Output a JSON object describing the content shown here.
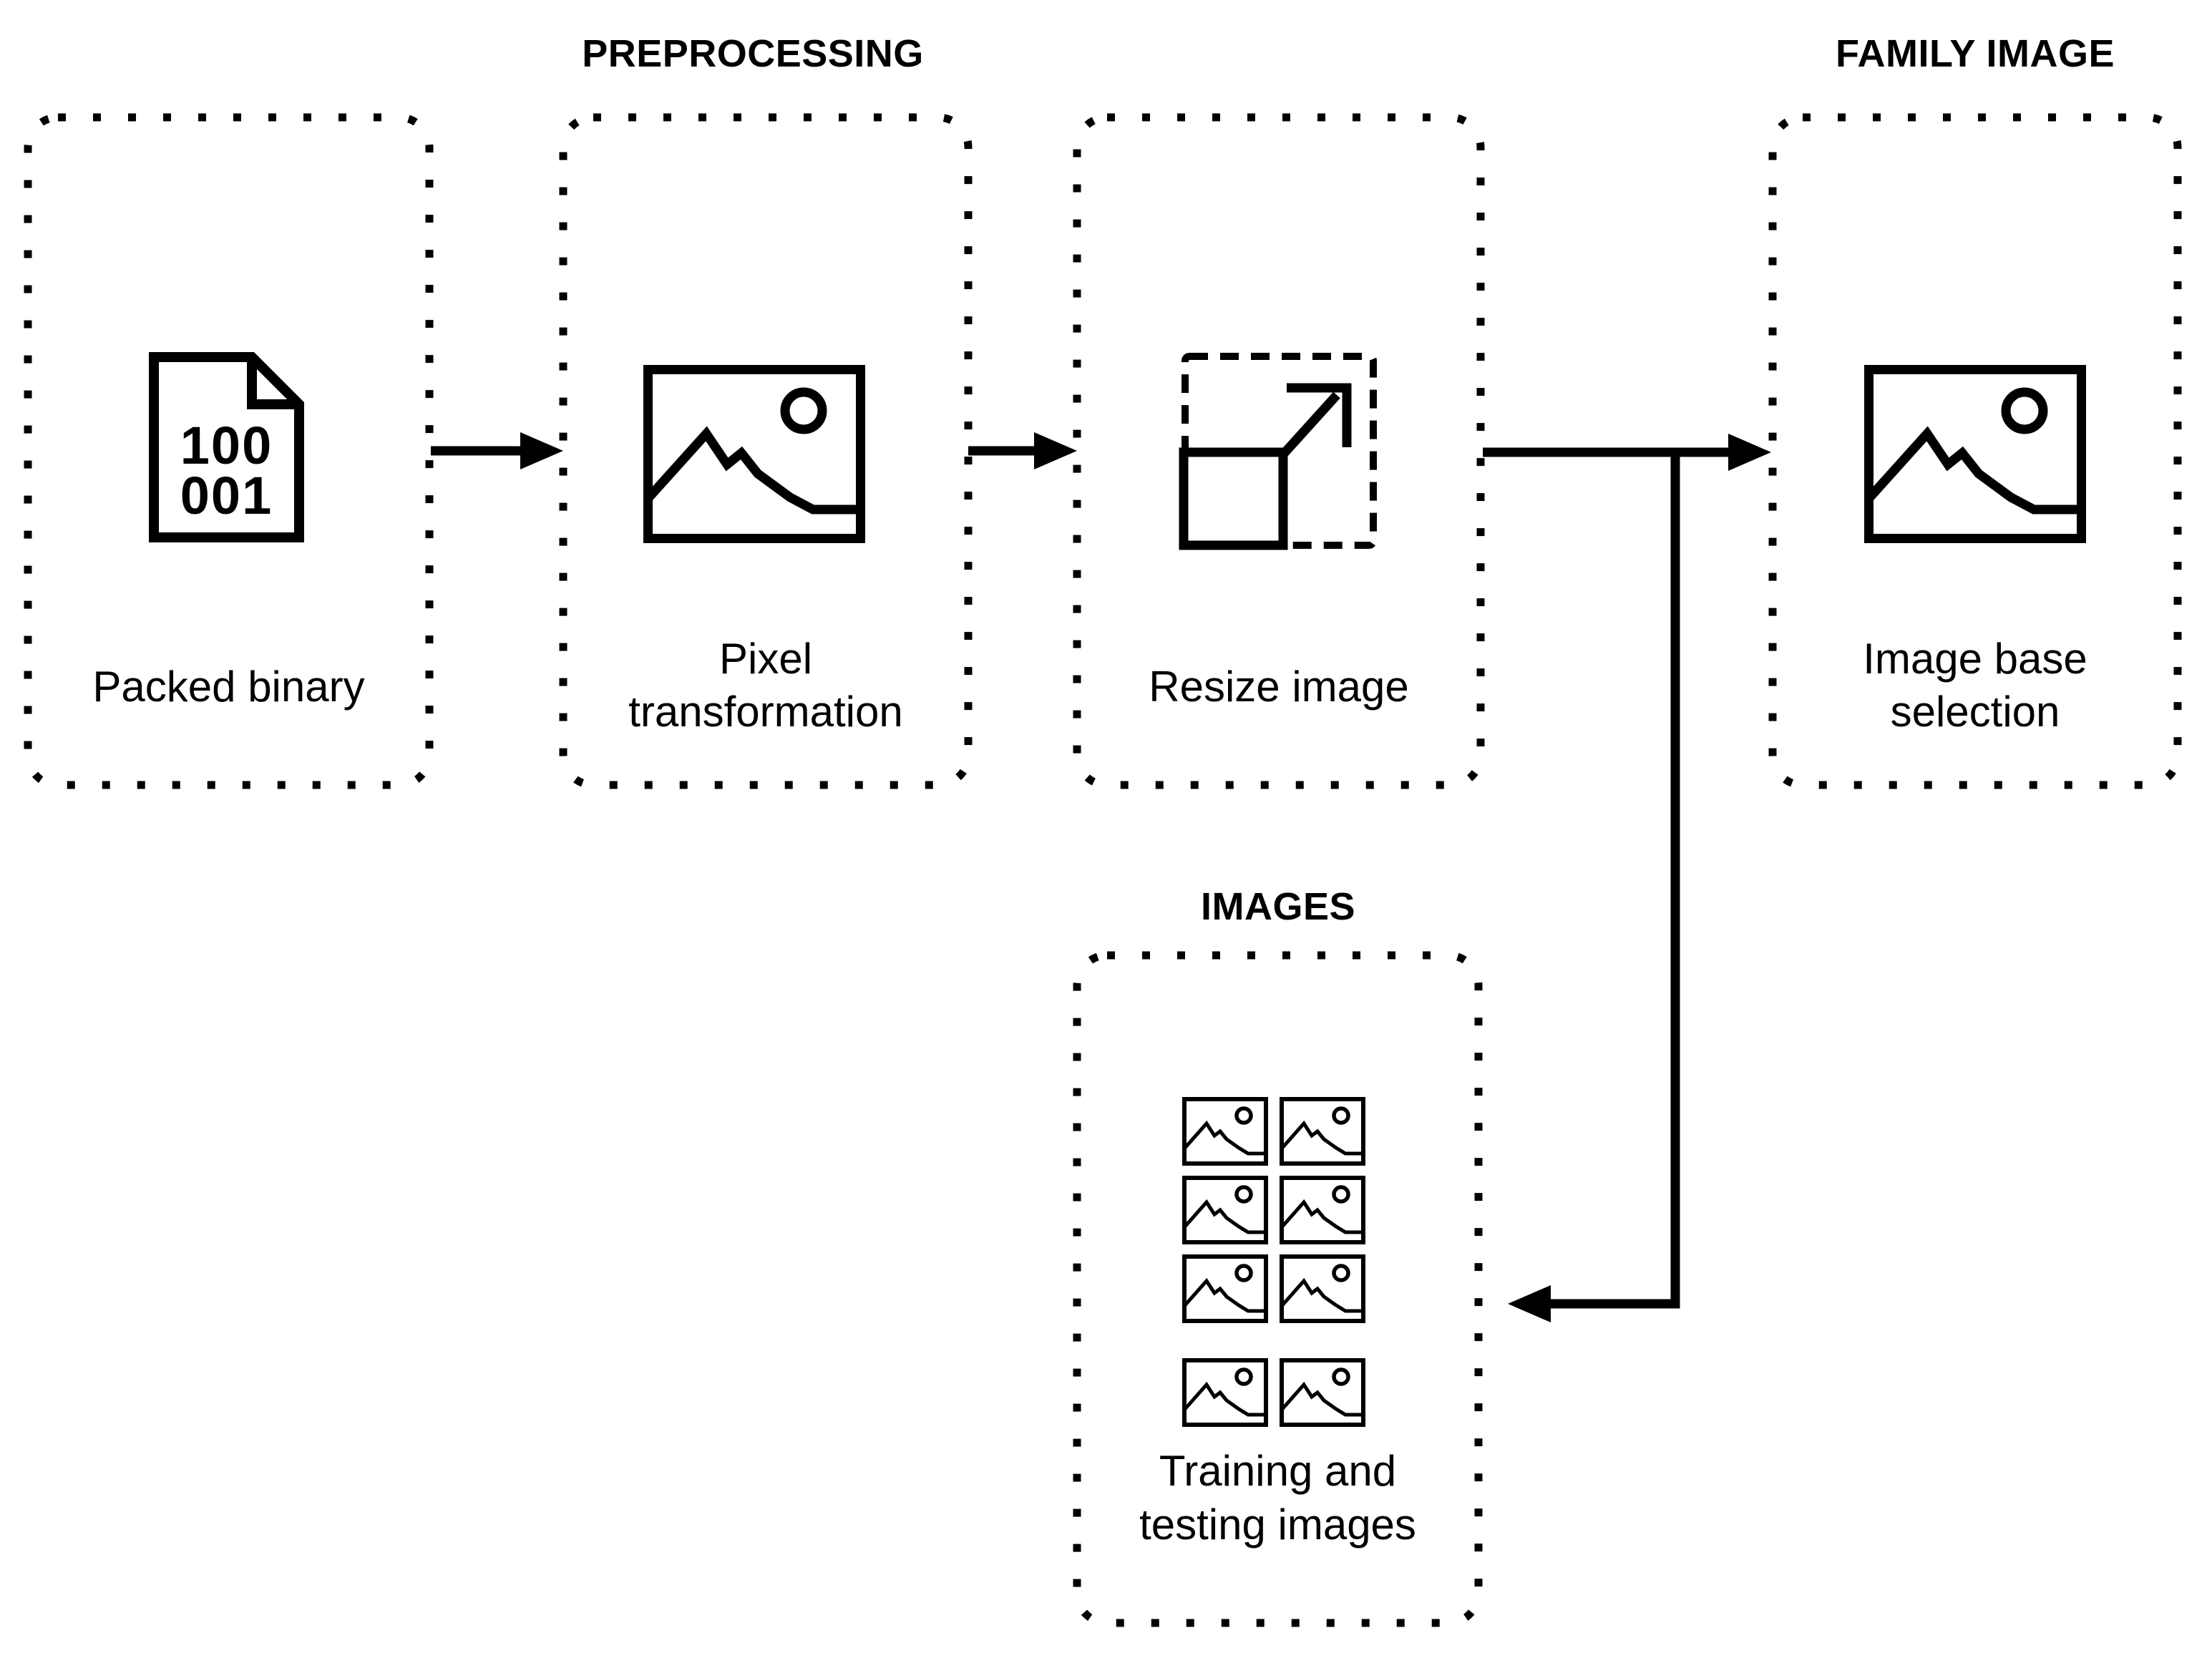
{
  "titles": {
    "preprocessing": "PREPROCESSING",
    "family_image": "FAMILY IMAGE",
    "images": "IMAGES"
  },
  "nodes": {
    "packed_binary": {
      "label": "Packed binary",
      "icon": "binary-file-icon",
      "file_text_line1": "100",
      "file_text_line2": "001"
    },
    "pixel_transformation": {
      "label_line1": "Pixel",
      "label_line2": "transformation",
      "icon": "image-icon"
    },
    "resize_image": {
      "label": "Resize image",
      "icon": "resize-icon"
    },
    "image_base_selection": {
      "label_line1": "Image base",
      "label_line2": "selection",
      "icon": "image-icon"
    },
    "training_testing": {
      "label_line1": "Training and",
      "label_line2": "testing images",
      "icon": "image-grid-icon",
      "grid_icon_count": "8"
    }
  },
  "colors": {
    "stroke": "#000000",
    "background": "#ffffff"
  }
}
